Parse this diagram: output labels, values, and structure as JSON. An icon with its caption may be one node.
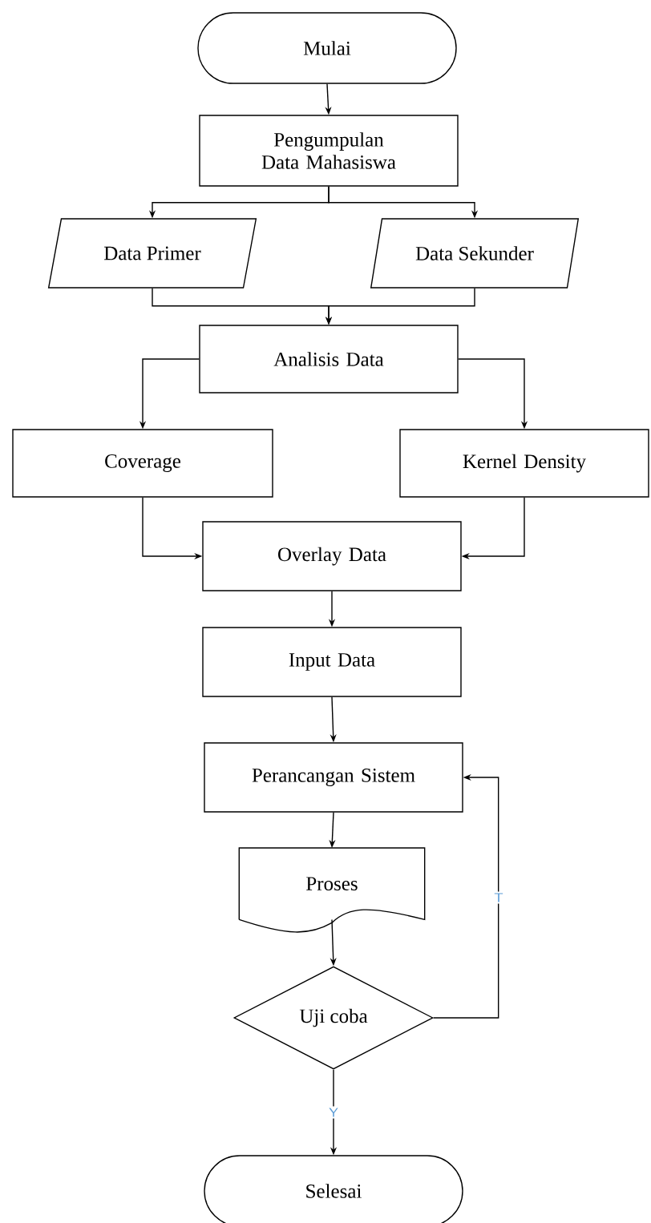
{
  "diagram": {
    "nodes": [
      {
        "text": [
          "Mulai"
        ]
      },
      {
        "text": [
          "Pengumpulan Data Mahasiswa"
        ]
      },
      {
        "text": [
          "Data Primer"
        ]
      },
      {
        "text": [
          "Data Sekunder"
        ]
      },
      {
        "text": [
          "Analisis Data"
        ]
      },
      {
        "text": [
          "Coverage"
        ]
      },
      {
        "text": [
          "Kernel Density"
        ]
      },
      {
        "text": [
          "Overlay Data"
        ]
      },
      {
        "text": [
          "Input Data"
        ]
      },
      {
        "text": [
          "Perancangan Sistem"
        ]
      },
      {
        "text": [
          "Proses"
        ]
      },
      {
        "text": [
          "Uji coba"
        ]
      },
      {
        "text": [
          "Selesai"
        ]
      }
    ],
    "edges": [
      {
        "from": 0,
        "to": 1,
        "arrow": "to"
      },
      {
        "from": 1,
        "to": 2,
        "arrow": "to"
      },
      {
        "from": 1,
        "to": 3,
        "arrow": "to"
      },
      {
        "from": 2,
        "to": 4,
        "arrow": "to"
      },
      {
        "from": 3,
        "to": 4,
        "arrow": "to"
      },
      {
        "from": 4,
        "to": 5,
        "arrow": "to"
      },
      {
        "from": 4,
        "to": 6,
        "arrow": "to"
      },
      {
        "from": 5,
        "to": 7,
        "arrow": "to"
      },
      {
        "from": 6,
        "to": 7,
        "arrow": "to"
      },
      {
        "from": 7,
        "to": 8,
        "arrow": "to"
      },
      {
        "from": 8,
        "to": 9,
        "arrow": "to"
      },
      {
        "from": 9,
        "to": 10,
        "arrow": "to"
      },
      {
        "from": 10,
        "to": 11,
        "arrow": "to"
      },
      {
        "from": 11,
        "to": 9,
        "arrow": "to",
        "label": "T"
      },
      {
        "from": 11,
        "to": 12,
        "arrow": "to",
        "label": "Y"
      }
    ]
  }
}
